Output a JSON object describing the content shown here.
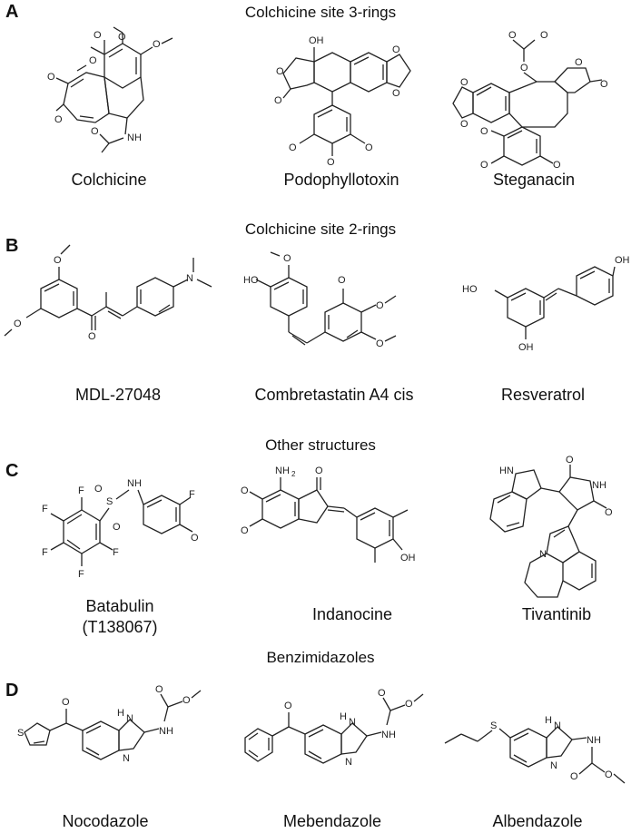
{
  "panels": [
    {
      "letter": "A",
      "title": "Colchicine site 3-rings",
      "compounds": [
        {
          "name": "Colchicine"
        },
        {
          "name": "Podophyllotoxin"
        },
        {
          "name": "Steganacin"
        }
      ]
    },
    {
      "letter": "B",
      "title": "Colchicine site 2-rings",
      "compounds": [
        {
          "name": "MDL-27048"
        },
        {
          "name": "Combretastatin A4 cis"
        },
        {
          "name": "Resveratrol"
        }
      ]
    },
    {
      "letter": "C",
      "title": "Other structures",
      "compounds": [
        {
          "name": "Batabulin",
          "name2": "(T138067)"
        },
        {
          "name": "Indanocine"
        },
        {
          "name": "Tivantinib"
        }
      ]
    },
    {
      "letter": "D",
      "title": "Benzimidazoles",
      "compounds": [
        {
          "name": "Nocodazole"
        },
        {
          "name": "Mebendazole"
        },
        {
          "name": "Albendazole"
        }
      ]
    }
  ],
  "atom_labels": {
    "O": "O",
    "OH": "OH",
    "HO": "HO",
    "NH": "NH",
    "N": "N",
    "H": "H",
    "F": "F",
    "S": "S",
    "NH2": "NH",
    "sub2": "2",
    "HN": "HN"
  }
}
